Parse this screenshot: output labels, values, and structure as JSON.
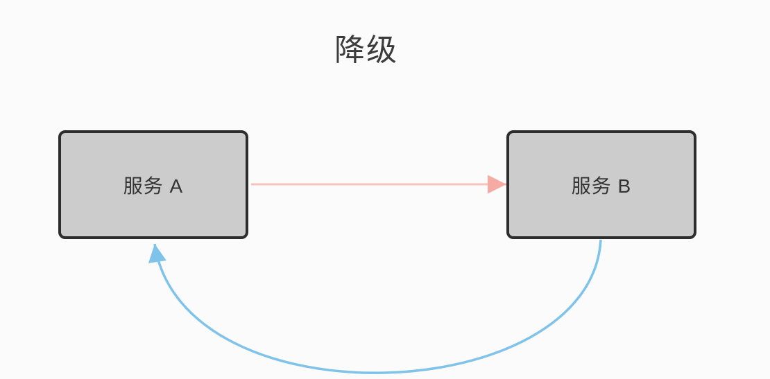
{
  "title": "降级",
  "diagram": {
    "nodes": [
      {
        "id": "service-a",
        "label": "服务 A"
      },
      {
        "id": "service-b",
        "label": "服务 B"
      }
    ],
    "edges": [
      {
        "from": "service-a",
        "to": "service-b",
        "style": "straight",
        "color": "#f5aba4"
      },
      {
        "from": "service-b",
        "to": "service-a",
        "style": "curved",
        "color": "#7fc2ea"
      }
    ]
  },
  "colors": {
    "background": "#fbfbfc",
    "node_fill": "#cccccc",
    "node_border": "#2d2d2d",
    "title_text": "#3c3c3c",
    "node_text": "#333333",
    "edge_forward": "#f5aba4",
    "edge_return": "#7fc2ea"
  }
}
